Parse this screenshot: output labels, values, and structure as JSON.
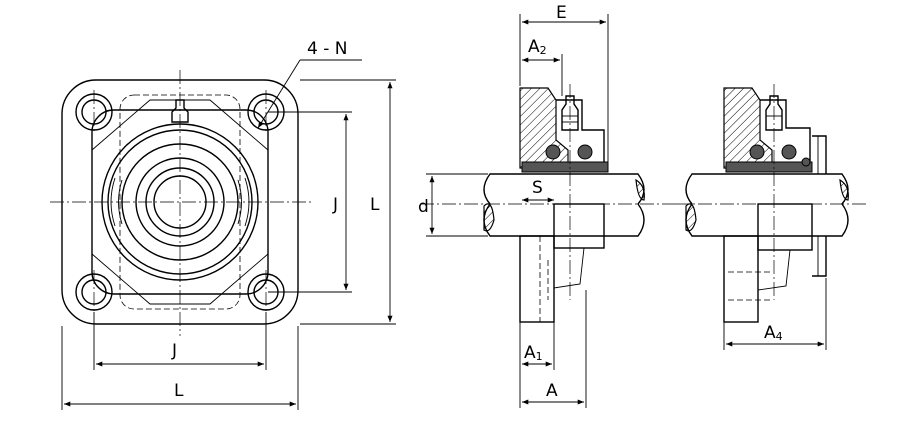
{
  "labels": {
    "bolt_holes": "4 - N",
    "bolt_spacing_horizontal": "J",
    "flange_width": "L",
    "bolt_spacing_vertical": "J",
    "flange_height": "L",
    "overall_length": "E",
    "a2_main": "A",
    "a2_sub": "2",
    "bore": "d",
    "set_screw_offset": "S",
    "a1_main": "A",
    "a1_sub": "1",
    "flange_thickness": "A",
    "a4_main": "A",
    "a4_sub": "4"
  }
}
